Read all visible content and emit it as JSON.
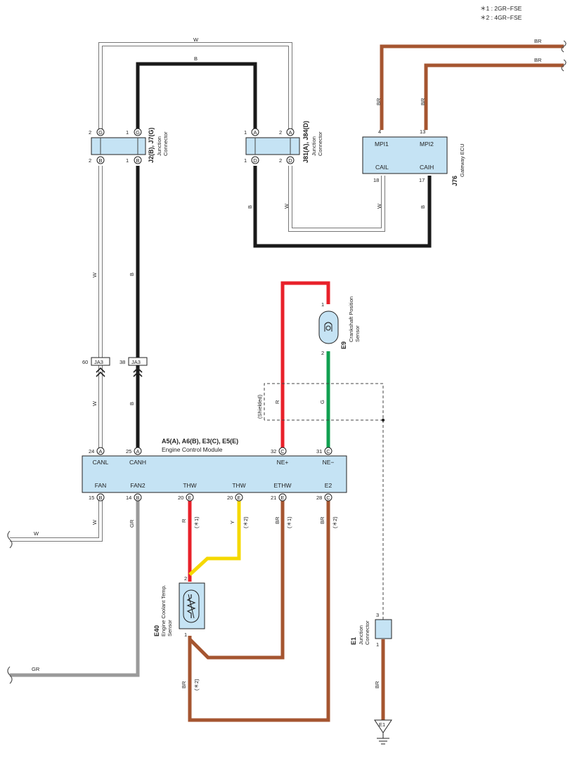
{
  "notes": {
    "n1": "＊1 : 2GR−FSE",
    "n2": "＊2 : 4GR−FSE"
  },
  "colors": {
    "white": "#ffffff",
    "black": "#1a1a1a",
    "brown": "#a55530",
    "red": "#e8202a",
    "green": "#10a050",
    "yellow": "#f5d800",
    "gray": "#9a9a9a",
    "component_fill": "#c5e3f4"
  },
  "wire_labels": {
    "W": "W",
    "B": "B",
    "BR": "BR",
    "R": "R",
    "G": "G",
    "GR": "GR",
    "Y": "Y"
  },
  "variants": {
    "v1": "(＊1)",
    "v2": "(＊2)"
  },
  "shielded": "(Shielded)",
  "jc_j2": {
    "id": "J2(B), J7(G)",
    "name1": "Junction",
    "name2": "Connector",
    "pins": {
      "t1n": "2",
      "t1l": "G",
      "t2n": "1",
      "t2l": "G",
      "b1n": "2",
      "b1l": "B",
      "b2n": "1",
      "b2l": "B"
    }
  },
  "jc_j81": {
    "id": "J81(A), J84(D)",
    "name1": "Junction",
    "name2": "Connector",
    "pins": {
      "t1n": "1",
      "t1l": "A",
      "t2n": "2",
      "t2l": "A",
      "b1n": "1",
      "b1l": "D",
      "b2n": "2",
      "b2l": "D"
    }
  },
  "gateway": {
    "id": "J76",
    "name": "Gateway ECU",
    "pins": {
      "mpi1": "MPI1",
      "mpi2": "MPI2",
      "cail": "CAIL",
      "caih": "CAIH",
      "n4": "4",
      "n13": "13",
      "n18": "18",
      "n17": "17"
    }
  },
  "ja3": {
    "label": "JA3",
    "n60": "60",
    "n38": "38"
  },
  "ecm": {
    "ids": "A5(A), A6(B), E3(C), E5(E)",
    "name": "Engine Control Module",
    "top_pins": [
      {
        "num": "24",
        "let": "A",
        "name": "CANL"
      },
      {
        "num": "25",
        "let": "A",
        "name": "CANH"
      },
      {
        "num": "32",
        "let": "C",
        "name": "NE+"
      },
      {
        "num": "31",
        "let": "C",
        "name": "NE−"
      }
    ],
    "bottom_pins": [
      {
        "num": "15",
        "let": "B",
        "name": "FAN"
      },
      {
        "num": "14",
        "let": "B",
        "name": "FAN2"
      },
      {
        "num": "20",
        "let": "E",
        "name": "THW"
      },
      {
        "num": "20",
        "let": "E",
        "name": "THW"
      },
      {
        "num": "21",
        "let": "E",
        "name": "ETHW"
      },
      {
        "num": "28",
        "let": "C",
        "name": "E2"
      }
    ]
  },
  "e9": {
    "id": "E9",
    "name1": "Crankshaft Position",
    "name2": "Sensor",
    "p1": "1",
    "p2": "2"
  },
  "e40": {
    "id": "E40",
    "name1": "Engine Coolant Temp.",
    "name2": "Sensor",
    "p2": "2",
    "p1": "1"
  },
  "e1": {
    "id": "E1",
    "name1": "Junction",
    "name2": "Connector",
    "p3": "3",
    "p1": "1",
    "ground": "E1"
  }
}
